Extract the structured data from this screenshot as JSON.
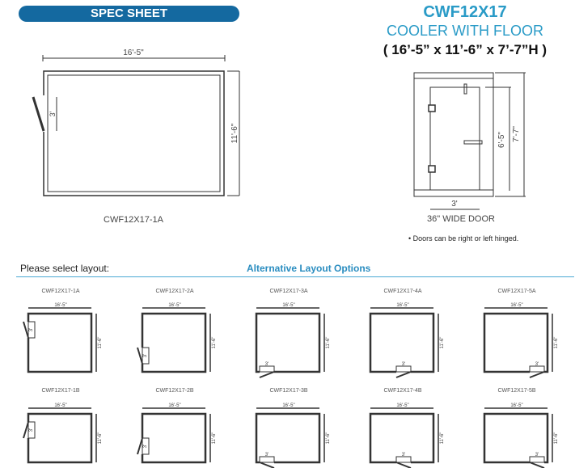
{
  "header": {
    "banner": "SPEC SHEET",
    "model": "CWF12X17",
    "product": "COOLER WITH FLOOR",
    "dimensions": "( 16’-5” x 11’-6” x 7’-7”H )"
  },
  "plan": {
    "width": "16'-5\"",
    "depth": "11'-6\"",
    "door": "3'",
    "caption": "CWF12X17-1A"
  },
  "elevation": {
    "door_height": "6'-5\"",
    "height": "7'-7\"",
    "door_width": "3'",
    "caption": "36\" WIDE DOOR",
    "note": "Doors can be right or left hinged."
  },
  "layouts": {
    "select_label": "Please select layout:",
    "alt_label": "Alternative Layout Options",
    "items": [
      {
        "code": "CWF12X17-1A",
        "width": "16'-5\"",
        "depth": "11'-6\"",
        "door": "3'"
      },
      {
        "code": "CWF12X17-2A",
        "width": "16'-5\"",
        "depth": "11'-6\"",
        "door": "3'"
      },
      {
        "code": "CWF12X17-3A",
        "width": "16'-5\"",
        "depth": "11'-6\"",
        "door": "3'"
      },
      {
        "code": "CWF12X17-4A",
        "width": "16'-5\"",
        "depth": "11'-6\"",
        "door": "3'"
      },
      {
        "code": "CWF12X17-5A",
        "width": "16'-5\"",
        "depth": "11'-6\"",
        "door": "3'"
      },
      {
        "code": "CWF12X17-1B",
        "width": "16'-5\"",
        "depth": "11'-6\"",
        "door": "3'"
      },
      {
        "code": "CWF12X17-2B",
        "width": "16'-5\"",
        "depth": "11'-6\"",
        "door": "3'"
      },
      {
        "code": "CWF12X17-3B",
        "width": "16'-5\"",
        "depth": "11'-6\"",
        "door": "3'"
      },
      {
        "code": "CWF12X17-4B",
        "width": "16'-5\"",
        "depth": "11'-6\"",
        "door": "3'"
      },
      {
        "code": "CWF12X17-5B",
        "width": "16'-5\"",
        "depth": "11'-6\"",
        "door": "3'"
      }
    ]
  },
  "colors": {
    "brand": "#1469a0",
    "accent": "#2a9bc7"
  }
}
